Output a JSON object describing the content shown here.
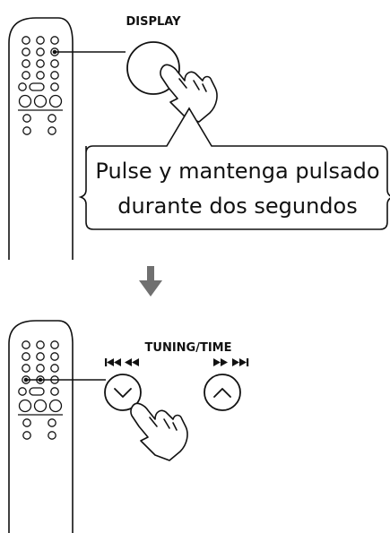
{
  "step1": {
    "button_label": "DISPLAY",
    "instruction_line1": "Pulse y mantenga pulsado",
    "instruction_line2": "durante dos segundos"
  },
  "step2": {
    "button_group_label": "TUNING/TIME",
    "prev_symbols": "⏮ ◀◀",
    "next_symbols": "▶▶ ⏭"
  },
  "icons": {
    "arrow": "down-arrow-icon",
    "hand": "pointing-hand-icon",
    "remote": "remote-control-icon"
  }
}
